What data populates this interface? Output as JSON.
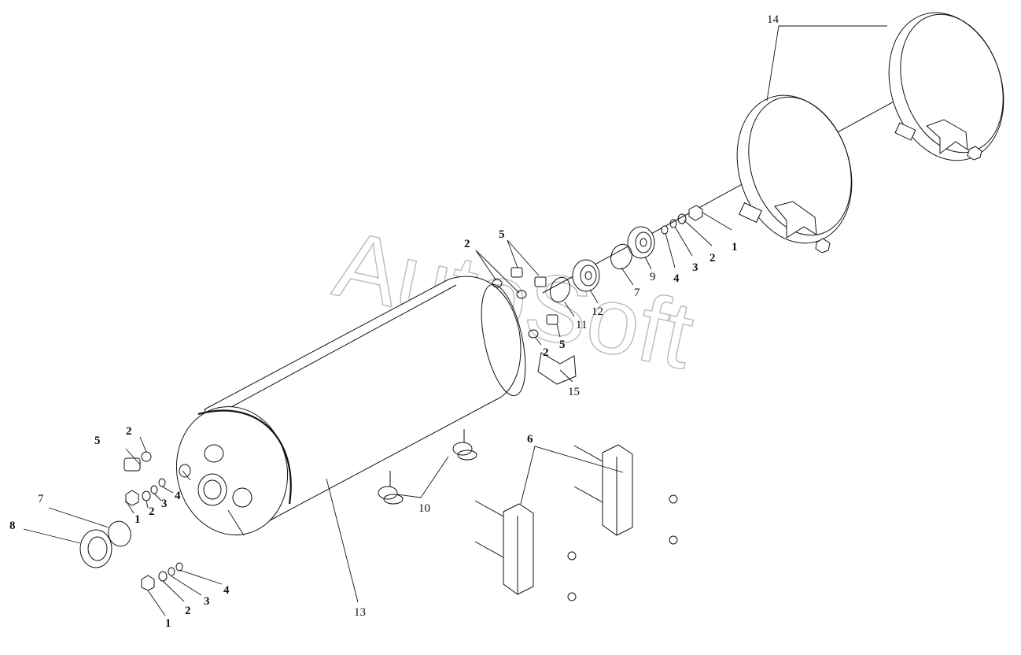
{
  "watermark": "AutoSoft",
  "labels": {
    "l14": "14",
    "l1a": "1",
    "l2a": "2",
    "l3a": "3",
    "l4a": "4",
    "l9": "9",
    "l7a": "7",
    "l12": "12",
    "l11": "11",
    "l5a": "5",
    "l2b": "2",
    "l5b": "5",
    "l2c": "2",
    "l15": "15",
    "l6": "6",
    "l10": "10",
    "l5c": "5",
    "l2d": "2",
    "l7b": "7",
    "l8": "8",
    "l1b": "1",
    "l2e": "2",
    "l3b": "3",
    "l4b": "4",
    "l1c": "1",
    "l2f": "2",
    "l3c": "3",
    "l4c": "4",
    "l13": "13"
  }
}
